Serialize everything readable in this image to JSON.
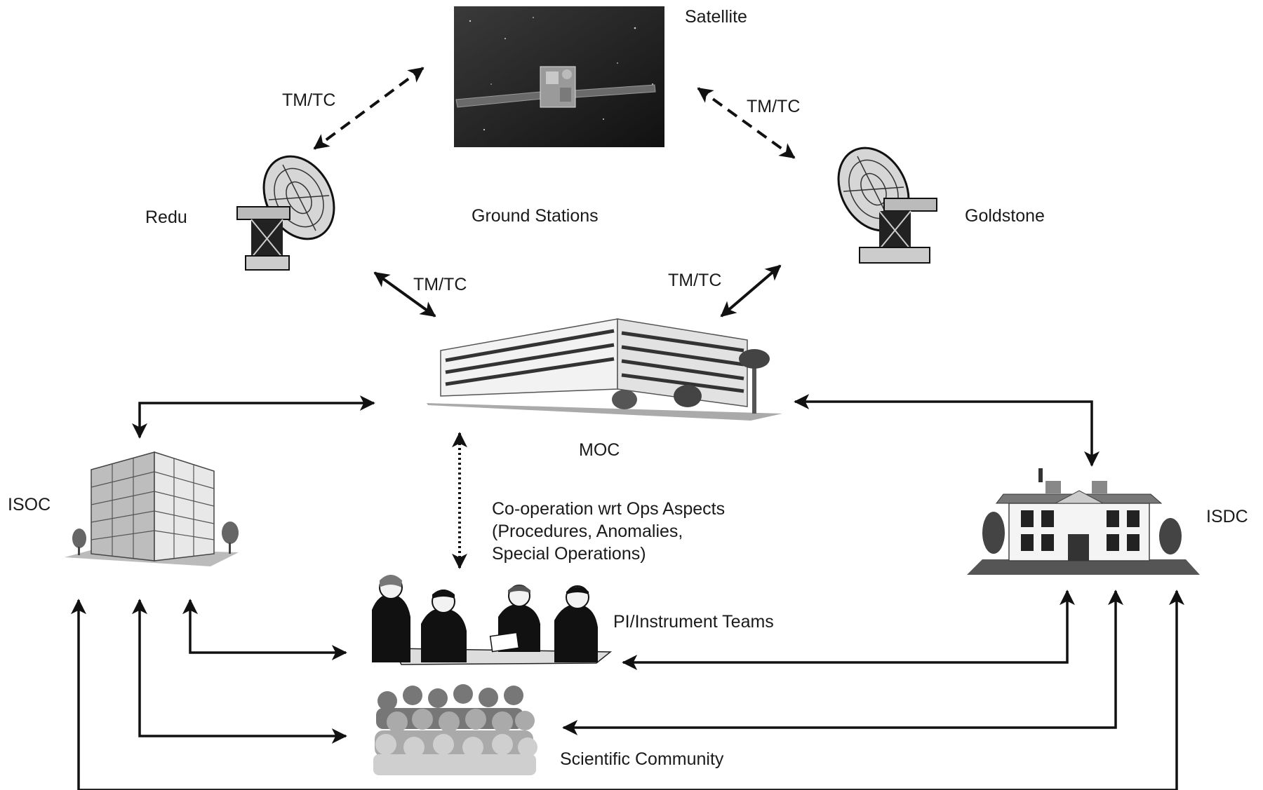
{
  "labels": {
    "satellite": "Satellite",
    "tmtc_top_left": "TM/TC",
    "tmtc_top_right": "TM/TC",
    "redu": "Redu",
    "ground_stations": "Ground Stations",
    "goldstone": "Goldstone",
    "tmtc_mid_left": "TM/TC",
    "tmtc_mid_right": "TM/TC",
    "moc": "MOC",
    "isoc": "ISOC",
    "isdc": "ISDC",
    "cooperation": [
      "Co-operation wrt Ops Aspects",
      "(Procedures, Anomalies,",
      "Special Operations)"
    ],
    "pi_teams": "PI/Instrument Teams",
    "scientific_community": "Scientific Community"
  },
  "nodes": [
    {
      "id": "satellite",
      "icon": "satellite-photo"
    },
    {
      "id": "redu",
      "icon": "satellite-dish-icon"
    },
    {
      "id": "goldstone",
      "icon": "satellite-dish-icon"
    },
    {
      "id": "moc",
      "icon": "office-building-icon"
    },
    {
      "id": "isoc",
      "icon": "tower-building-icon"
    },
    {
      "id": "isdc",
      "icon": "mansion-icon"
    },
    {
      "id": "pi_teams",
      "icon": "meeting-people-icon"
    },
    {
      "id": "scientific_community",
      "icon": "crowd-icon"
    }
  ],
  "connections": [
    {
      "from": "satellite",
      "to": "redu",
      "label": "TM/TC",
      "style": "dashed",
      "direction": "both"
    },
    {
      "from": "satellite",
      "to": "goldstone",
      "label": "TM/TC",
      "style": "dashed",
      "direction": "both"
    },
    {
      "from": "redu",
      "to": "moc",
      "label": "TM/TC",
      "style": "solid",
      "direction": "both"
    },
    {
      "from": "goldstone",
      "to": "moc",
      "label": "TM/TC",
      "style": "solid",
      "direction": "both"
    },
    {
      "from": "moc",
      "to": "isoc",
      "style": "solid",
      "direction": "both"
    },
    {
      "from": "moc",
      "to": "isdc",
      "style": "solid",
      "direction": "both"
    },
    {
      "from": "moc",
      "to": "pi_teams",
      "style": "dotted",
      "direction": "both"
    },
    {
      "from": "isoc",
      "to": "pi_teams",
      "style": "solid",
      "direction": "both"
    },
    {
      "from": "isoc",
      "to": "scientific_community",
      "style": "solid",
      "direction": "both"
    },
    {
      "from": "isdc",
      "to": "pi_teams",
      "style": "solid",
      "direction": "both"
    },
    {
      "from": "isdc",
      "to": "scientific_community",
      "style": "solid",
      "direction": "both"
    },
    {
      "from": "isoc",
      "to": "isdc",
      "style": "solid",
      "direction": "both"
    }
  ]
}
